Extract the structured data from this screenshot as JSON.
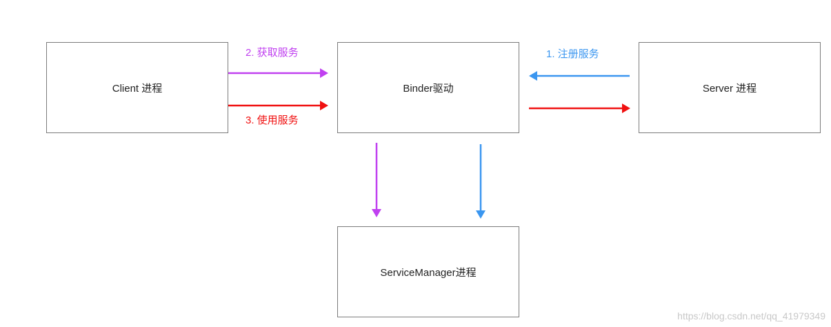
{
  "nodes": {
    "client": "Client 进程",
    "binder": "Binder驱动",
    "server": "Server 进程",
    "service_manager": "ServiceManager进程"
  },
  "edges": {
    "get_service": {
      "label": "2. 获取服务",
      "from": "client",
      "to": "binder",
      "color": "#c040f0"
    },
    "use_service": {
      "label": "3. 使用服务",
      "from": "client",
      "to": "binder",
      "color": "#f01010"
    },
    "register_service": {
      "label": "1. 注册服务",
      "from": "server",
      "to": "binder",
      "color": "#3a96f0"
    },
    "binder_to_server": {
      "label": "",
      "from": "binder",
      "to": "server",
      "color": "#f01010"
    },
    "binder_to_sm_purple": {
      "label": "",
      "from": "binder",
      "to": "service_manager",
      "color": "#c040f0"
    },
    "binder_to_sm_blue": {
      "label": "",
      "from": "binder",
      "to": "service_manager",
      "color": "#3a96f0"
    }
  },
  "watermark": "https://blog.csdn.net/qq_41979349"
}
